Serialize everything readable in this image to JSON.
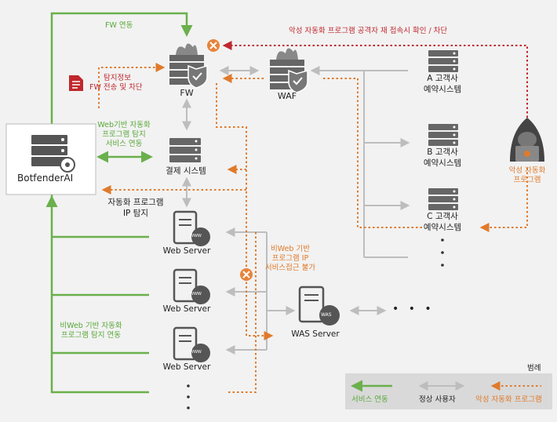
{
  "colors": {
    "service_link": "#6ab04c",
    "normal_user": "#bdbdbd",
    "malicious": "#e07a2b",
    "block_red": "#c0272d",
    "node_dark": "#555555"
  },
  "nodes": {
    "botfender": "BotfenderAI",
    "fw": "FW",
    "waf": "WAF",
    "payment": "결제 시스템",
    "web_server_1": "Web Server",
    "web_server_2": "Web Server",
    "web_server_3": "Web Server",
    "was_server": "WAS Server",
    "customer_a_1": "A 고객사",
    "customer_a_2": "예약시스템",
    "customer_b_1": "B 고객사",
    "customer_b_2": "예약시스템",
    "customer_c_1": "C 고객사",
    "customer_c_2": "예약시스템",
    "attacker_1": "악성 자동화",
    "attacker_2": "프로그램"
  },
  "labels": {
    "fw_link": "FW 연동",
    "detect_1": "탐지정보",
    "detect_2": "FW 전송 및 차단",
    "reconnect": "악성 자동화 프로그램 공격자 재 접속시 확인 / 차단",
    "web_based_1": "Web기반 자동화",
    "web_based_2": "프로그램 탐지",
    "web_based_3": "서비스 연동",
    "ip_detect_1": "자동화 프로그램",
    "ip_detect_2": "IP 탐지",
    "non_web_1": "비Web 기반",
    "non_web_2": "프로그램 IP",
    "non_web_3": "서비스접근 불가",
    "non_web_link_1": "비Web 기반 자동화",
    "non_web_link_2": "프로그램 탐지 연동",
    "www": "WWW",
    "was_badge": "WAS",
    "dots": "• • •"
  },
  "legend": {
    "title": "범례",
    "service": "서비스 연동",
    "normal": "정상 사용자",
    "malicious": "악성 자동화 프로그램"
  }
}
